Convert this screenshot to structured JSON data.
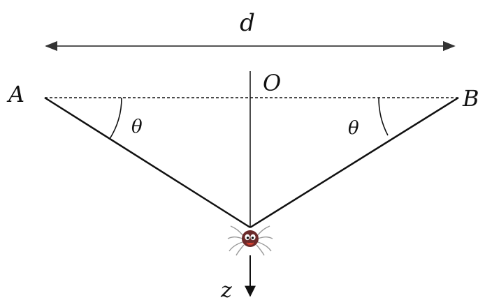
{
  "diagram": {
    "labels": {
      "distance": "d",
      "point_a": "A",
      "point_b": "B",
      "origin": "O",
      "angle_left": "θ",
      "angle_right": "θ",
      "axis_z": "z"
    },
    "spider_icon": "spider-icon",
    "colors": {
      "ink": "#111111",
      "spider_body": "#6b2a2a",
      "spider_legs": "#9a9a9a"
    }
  }
}
